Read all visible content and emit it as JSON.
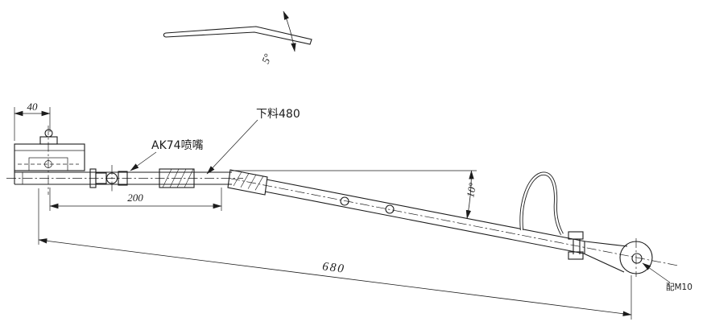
{
  "drawing": {
    "labels": {
      "tip_angle": "5°",
      "dim_bracket_width": "40",
      "nozzle_label": "AK74喷嘴",
      "blank_length_label": "下料480",
      "dim_nozzle_span": "200",
      "bend_angle": "10°",
      "dim_overall_length": "680",
      "end_fitting_label": "配M10"
    },
    "colors": {
      "line": "#1c1c1c",
      "background": "#ffffff"
    }
  }
}
